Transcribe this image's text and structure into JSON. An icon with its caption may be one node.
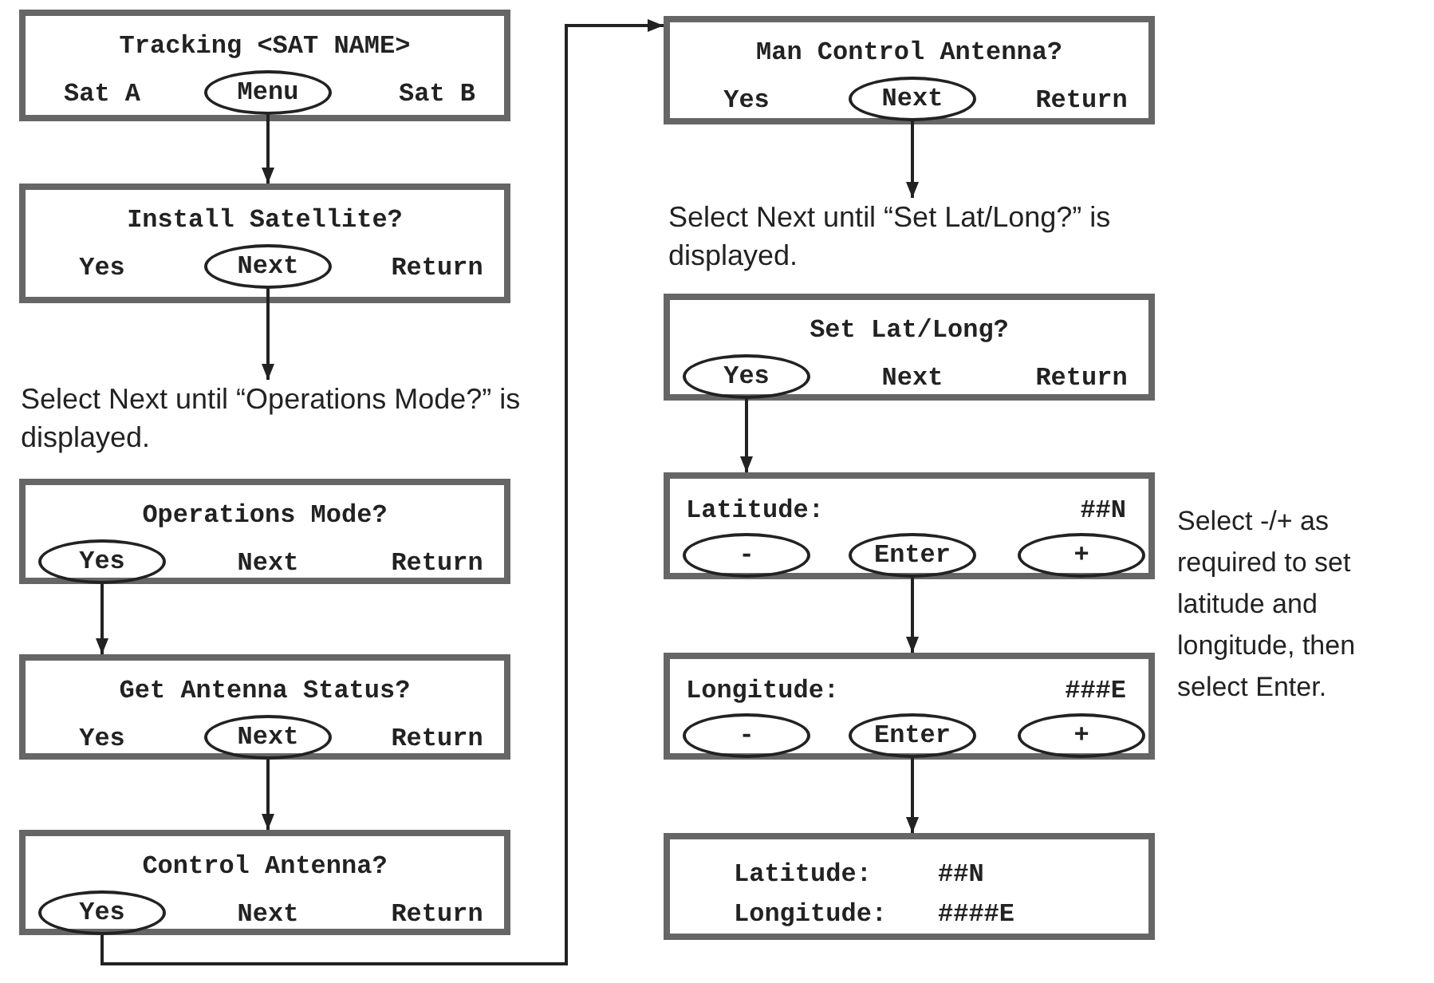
{
  "diagram": {
    "nodes": [
      {
        "text": [
          "Tracking <SAT NAME>",
          "Sat A",
          "Sat B"
        ]
      },
      {
        "text": [
          "Menu"
        ],
        "in": 0
      },
      {
        "text": [
          "Install Satellite?",
          "Yes",
          "Return"
        ]
      },
      {
        "text": [
          "Next"
        ],
        "in": 2
      },
      {
        "text": [
          "Select Next until “Operations Mode?” is displayed."
        ]
      },
      {
        "text": [
          "Operations Mode?",
          "Next",
          "Return"
        ]
      },
      {
        "text": [
          "Yes"
        ],
        "in": 5
      },
      {
        "text": [
          "Get Antenna Status?",
          "Yes",
          "Return"
        ]
      },
      {
        "text": [
          "Next"
        ],
        "in": 7
      },
      {
        "text": [
          "Control Antenna?",
          "Next",
          "Return"
        ]
      },
      {
        "text": [
          "Yes"
        ],
        "in": 9
      },
      {
        "text": [
          "Man Control Antenna?",
          "Yes",
          "Return"
        ]
      },
      {
        "text": [
          "Next"
        ],
        "in": 11
      },
      {
        "text": [
          "Select Next until “Set Lat/Long?” is displayed."
        ]
      },
      {
        "text": [
          "Set Lat/Long?",
          "Next",
          "Return"
        ]
      },
      {
        "text": [
          "Yes"
        ],
        "in": 14
      },
      {
        "text": [
          "Latitude:",
          "##N"
        ]
      },
      {
        "text": [
          "-"
        ],
        "in": 16
      },
      {
        "text": [
          "Enter"
        ],
        "in": 16
      },
      {
        "text": [
          "+"
        ],
        "in": 16
      },
      {
        "text": [
          "Longitude:",
          "###E"
        ]
      },
      {
        "text": [
          "-"
        ],
        "in": 20
      },
      {
        "text": [
          "Enter"
        ],
        "in": 20
      },
      {
        "text": [
          "+"
        ],
        "in": 20
      },
      {
        "text": [
          "Latitude:",
          "##N",
          "Longitude:",
          "####E"
        ]
      }
    ],
    "edges": [
      {
        "from": 1,
        "to": 2,
        "arrow": "to"
      },
      {
        "from": 3,
        "to": 4,
        "arrow": "to"
      },
      {
        "from": 6,
        "to": 7,
        "arrow": "to"
      },
      {
        "from": 8,
        "to": 9,
        "arrow": "to"
      },
      {
        "from": 10,
        "to": 11,
        "arrow": "to"
      },
      {
        "from": 12,
        "to": 13,
        "arrow": "to"
      },
      {
        "from": 15,
        "to": 16,
        "arrow": "to"
      },
      {
        "from": 18,
        "to": 20,
        "arrow": "to"
      },
      {
        "from": 22,
        "to": 24,
        "arrow": "to"
      }
    ],
    "labels": [
      "Select -/+ as required to set latitude and longitude, then select Enter."
    ]
  }
}
